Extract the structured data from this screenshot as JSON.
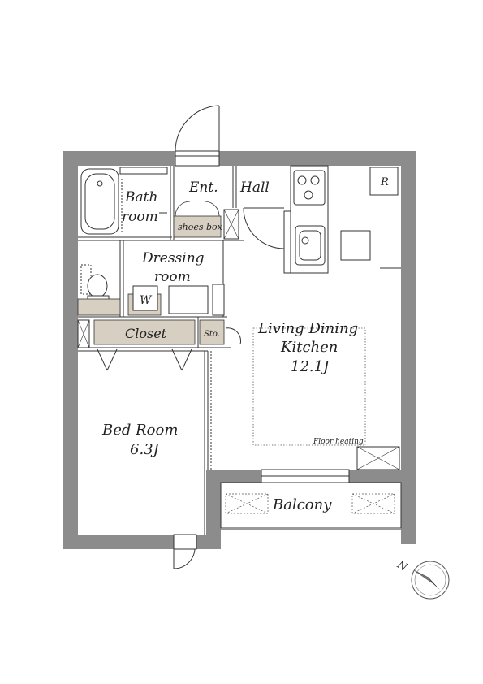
{
  "rooms": {
    "bath": [
      "Bath",
      "room"
    ],
    "entrance": "Ent.",
    "hall": "Hall",
    "shoes_box": "shoes box",
    "dressing": [
      "Dressing",
      "room"
    ],
    "washer": "W",
    "closet": "Closet",
    "storage": "Sto.",
    "ldk": [
      "Living Dining",
      "Kitchen",
      "12.1J"
    ],
    "floor_heating": "Floor heating",
    "bedroom": [
      "Bed Room",
      "6.3J"
    ],
    "balcony": "Balcony",
    "refrigerator": "R"
  },
  "compass": {
    "label": "N"
  },
  "colors": {
    "wall": "#8c8c8c",
    "storage_fill": "#d7cfc2",
    "line": "#333333"
  }
}
